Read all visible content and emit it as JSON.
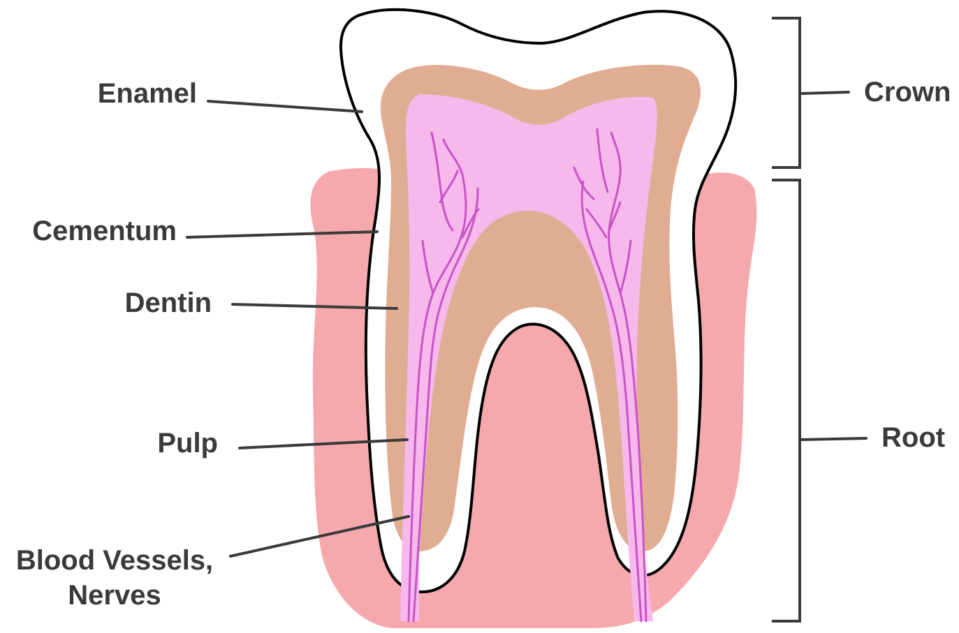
{
  "labels": {
    "enamel": "Enamel",
    "cementum": "Cementum",
    "dentin": "Dentin",
    "pulp": "Pulp",
    "blood_vessels_line1": "Blood Vessels,",
    "blood_vessels_line2": "Nerves",
    "crown": "Crown",
    "root": "Root"
  },
  "colors": {
    "gum": "#f6a9ad",
    "enamel": "#ffffff",
    "outline": "#000000",
    "dentin": "#e0ad92",
    "pulp": "#f7b8ec",
    "vessels": "#c854c8",
    "label_text": "#3a3a3a"
  }
}
